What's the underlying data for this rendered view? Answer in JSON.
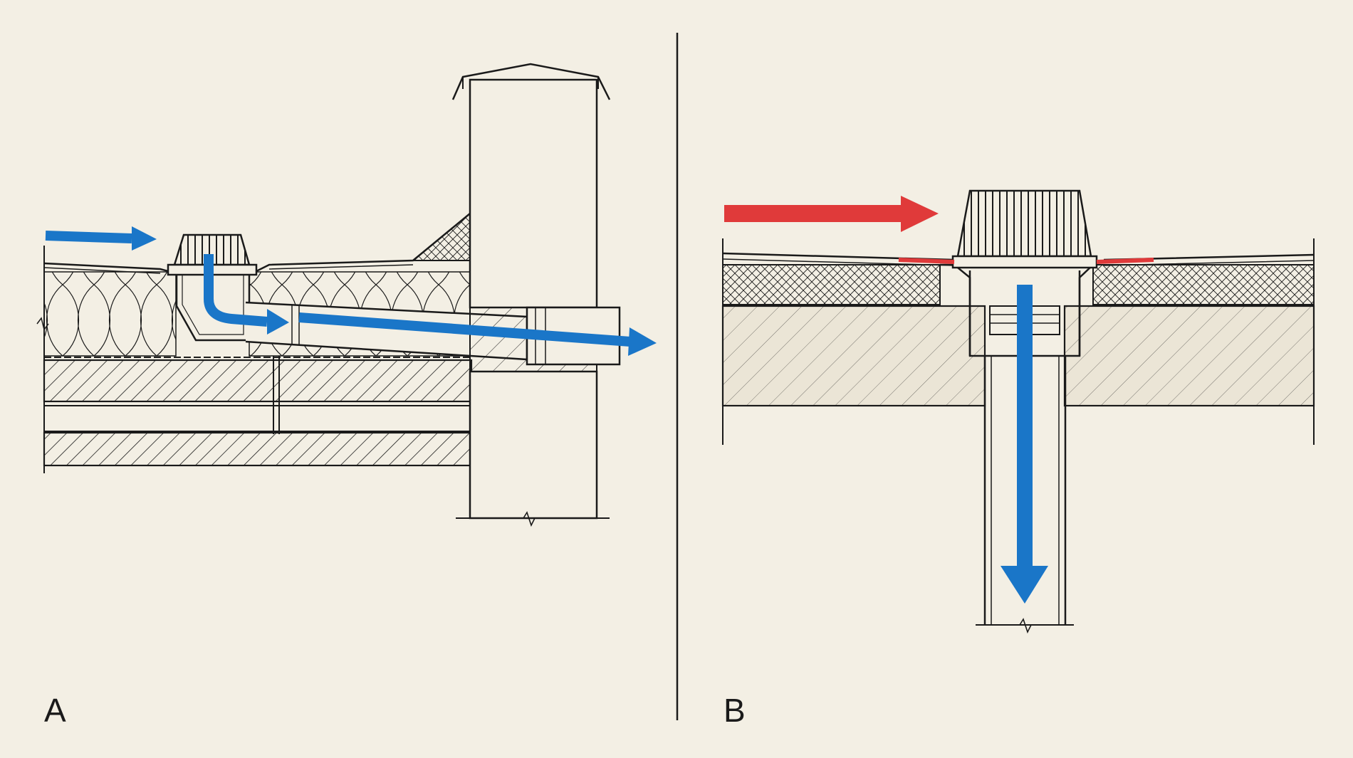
{
  "panels": [
    {
      "id": "A",
      "label": "A"
    },
    {
      "id": "B",
      "label": "B"
    }
  ],
  "colors": {
    "background": "#f3efe4",
    "line": "#1a1a1a",
    "water_flow": "#1a76c8",
    "error_flow": "#e03a3a",
    "concrete_fill": "#ebe5d6"
  }
}
